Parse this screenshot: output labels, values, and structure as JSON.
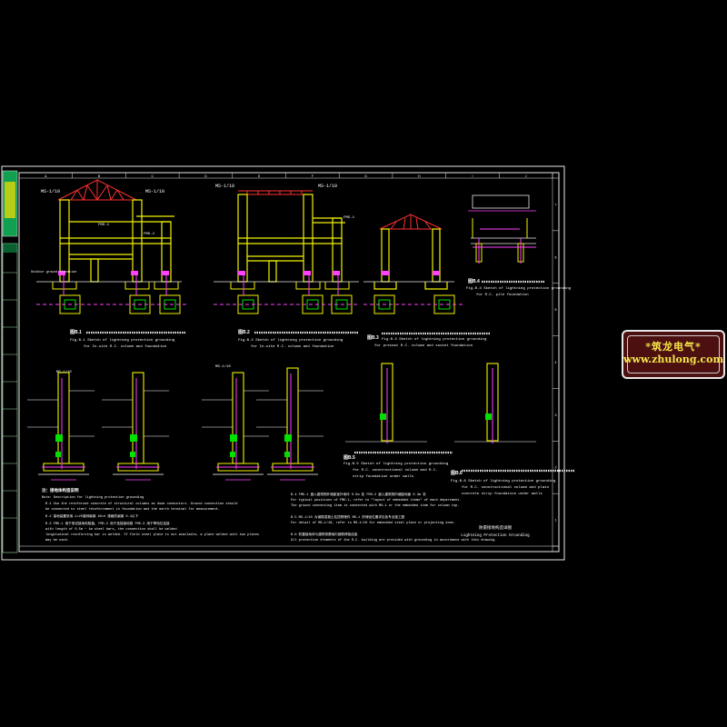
{
  "grid": {
    "columns": [
      "A",
      "B",
      "C",
      "D",
      "E",
      "F",
      "G",
      "H",
      "I",
      "J"
    ],
    "rows": [
      "7",
      "6",
      "5",
      "4",
      "3",
      "2",
      "1"
    ]
  },
  "labels": {
    "ms_a": "MS-1/10",
    "ms_b": "MS-1/10",
    "ms_c": "MS-1/10",
    "ms_d": "MS-1/10",
    "ms_e": "MS-1/10",
    "ms_f": "MS-1/10",
    "fmd1": "FMD-1",
    "fmd2": "FMD-2",
    "fmd3": "FMD-3",
    "outdoor": "Outdoor ground elevation"
  },
  "figures": {
    "fig1_num": "图B.1",
    "fig1_en1": "Fig.B.1 Sketch of lightning protection grounding",
    "fig1_en2": "for In-site R.C. column and foundation",
    "fig2_num": "图B.2",
    "fig2_en1": "Fig.B.2 Sketch of lightning protection grounding",
    "fig2_en2": "for In-site R.C. column and foundation",
    "fig3_num": "图B.3",
    "fig3_en1": "Fig.B.3 Sketch of lightning protection grounding",
    "fig3_en2": "for precast R.C. column and socket foundation",
    "fig4_num": "图B.4",
    "fig4_en1": "Fig.B.4 Sketch of lightning protection grounding",
    "fig4_en2": "for R.C. pile foundation",
    "fig5_num": "图B.5",
    "fig5_en1": "Fig.B.5 Sketch of lightning protection grounding",
    "fig5_en2": "for R.C. constructional column and R.C.",
    "fig5_en3": "strip foundation under walls",
    "fig6_num": "图B.6",
    "fig6_en1": "Fig.B.6 Sketch of lightning protection grounding",
    "fig6_en2": "for R.C. constructional column and plain",
    "fig6_en3": "concrete strip foundation under walls"
  },
  "notes": {
    "heading_cn": "注：接地体构造说明",
    "heading_en": "Note: Description for lightning protection grounding",
    "n1": "B.1  Use the reinforced concrete of structural columns as down conductors. Ground connection should",
    "n1b": "     be connected to steel reinforcement in foundation and the earth terminal for measurement.",
    "n2": "B.2  接地装置采用-1×25镀锌扁钢 40×4 规格的扁钢 0.4以下",
    "n3": "B.3  FMD-1 用于测试接地电阻值, FMD-2 用于连接接地极 FMD-3 用于等电位连接",
    "n3b": "     with length of 0.5m ~ 1m steel bars, the connection shall be welded",
    "n3c": "     longitudinal reinforcing bar is welded. If field steel plate is not available, a plate welded with two plates",
    "n3d": "     may be used.",
    "n4": "B.4  FMD-1 嵌入建筑物外墙距室外地坪 0.5m 处 FMD-2 嵌入建筑物内墙距地面 0.3m 处",
    "n4b": "     For typical positions of FMD-1, refer to \"layout of embedded items\" of each department.",
    "n4c": "     The ground connecting item is connected with M6-1 or the embedded item for column top.",
    "n5": "B.5  MS-1/10 为钢筋混凝土柱顶预埋件 MS-1 的埋设位置详见各专业施工图",
    "n5b": "     For detail of MS-1/10, refer to MS-1/10 for embedded steel plate or projecting arms.",
    "n6": "B.6  防雷接地体与建筑物基础内钢筋焊接连接",
    "n6b": "     All protective elements of the R.C. building are provided with grounding in accordance with this drawing."
  },
  "title_block": {
    "title_cn": "防雷接地构造详图",
    "title_en": "Lightning Protection Grounding"
  },
  "watermark": {
    "line1": "*筑龙电气*",
    "line2": "www.zhulong.com"
  },
  "colors": {
    "background": "#000000",
    "structure": "#f2f200",
    "grounding": "#ff40ff",
    "text": "#ffffff",
    "connector": "#00e000",
    "roof": "#ff3030",
    "frame": "#ffffff"
  }
}
